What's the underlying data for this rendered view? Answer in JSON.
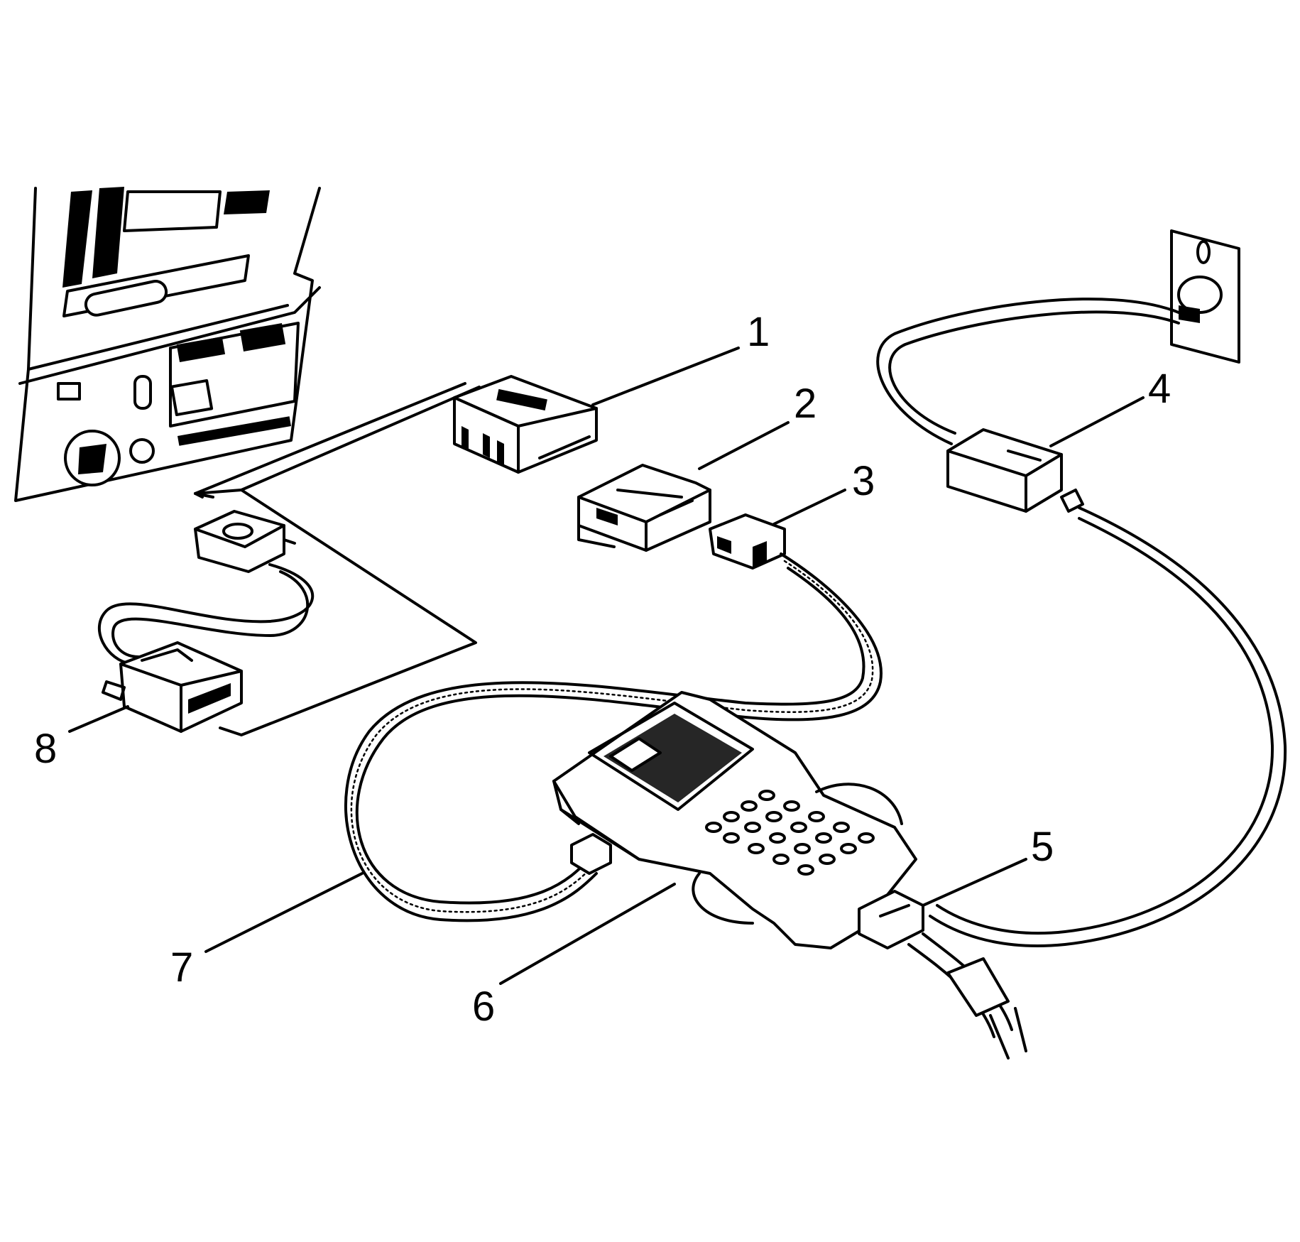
{
  "colors": {
    "ink": "#000000",
    "paper": "#ffffff"
  },
  "callouts": [
    {
      "id": "1",
      "label": "1"
    },
    {
      "id": "2",
      "label": "2"
    },
    {
      "id": "3",
      "label": "3"
    },
    {
      "id": "4",
      "label": "4"
    },
    {
      "id": "5",
      "label": "5"
    },
    {
      "id": "6",
      "label": "6"
    },
    {
      "id": "7",
      "label": "7"
    },
    {
      "id": "8",
      "label": "8"
    }
  ]
}
